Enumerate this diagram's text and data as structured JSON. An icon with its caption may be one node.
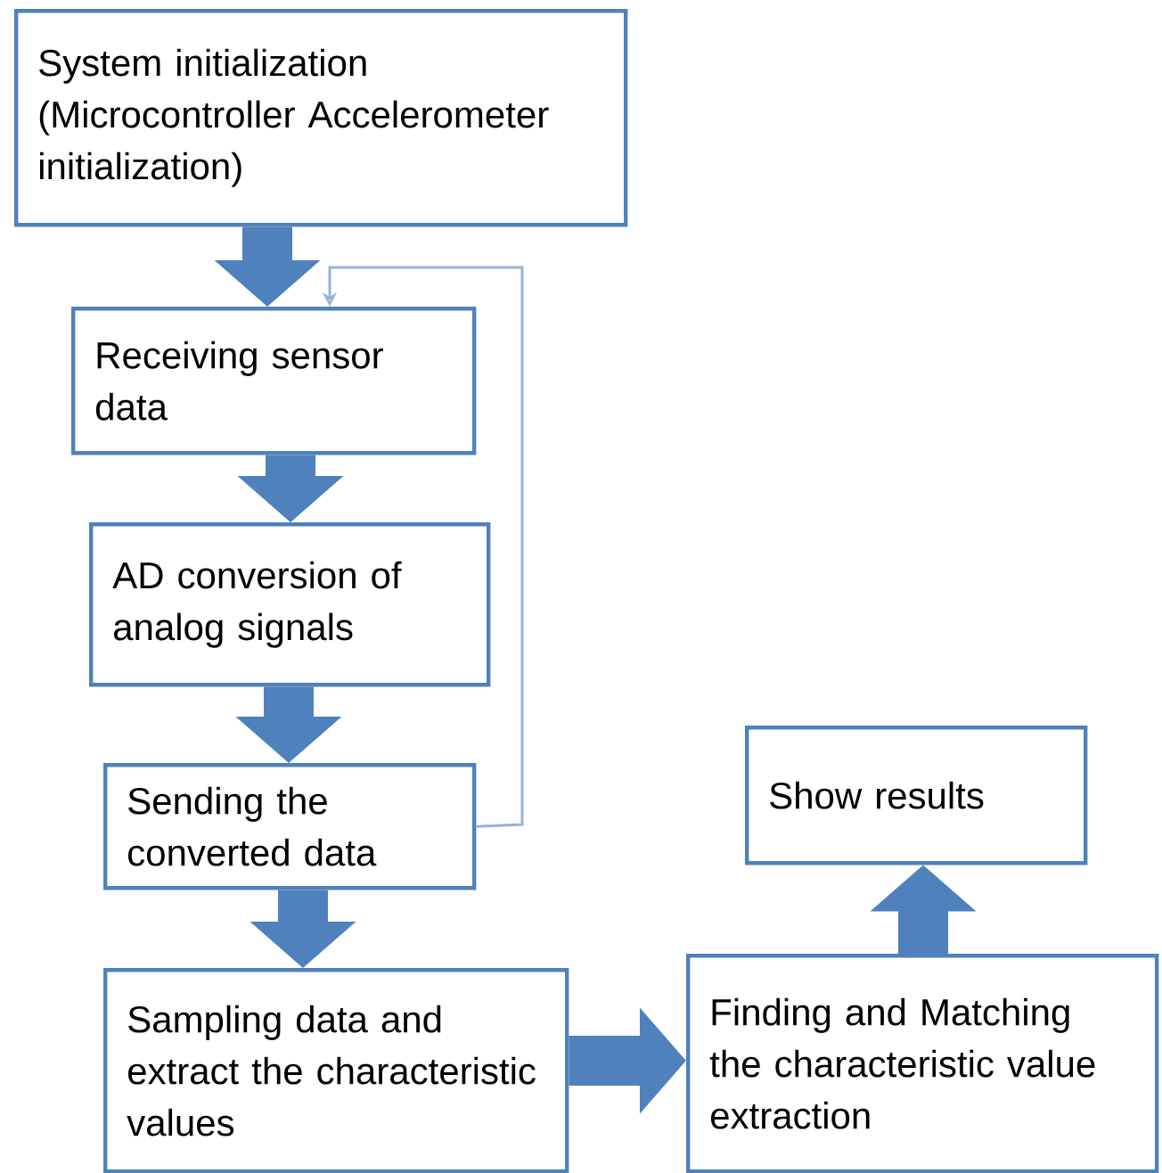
{
  "diagram": {
    "nodes": [
      {
        "text": [
          "System initialization (Microcontroller Accelerometer initialization)"
        ]
      },
      {
        "text": [
          "Receiving sensor data"
        ]
      },
      {
        "text": [
          "AD conversion of analog signals"
        ]
      },
      {
        "text": [
          "Sending the converted data"
        ]
      },
      {
        "text": [
          "Sampling data and extract the characteristic values"
        ]
      },
      {
        "text": [
          "Finding and Matching the characteristic value extraction"
        ]
      },
      {
        "text": [
          "Show results"
        ]
      }
    ],
    "edges": [
      {
        "from": 0,
        "to": 1,
        "arrow": "to"
      },
      {
        "from": 1,
        "to": 2,
        "arrow": "to"
      },
      {
        "from": 2,
        "to": 3,
        "arrow": "to"
      },
      {
        "from": 3,
        "to": 4,
        "arrow": "to"
      },
      {
        "from": 4,
        "to": 5,
        "arrow": "to"
      },
      {
        "from": 5,
        "to": 6,
        "arrow": "to"
      },
      {
        "from": 3,
        "to": 1,
        "arrow": "to",
        "color": "#95b3d7"
      }
    ]
  }
}
